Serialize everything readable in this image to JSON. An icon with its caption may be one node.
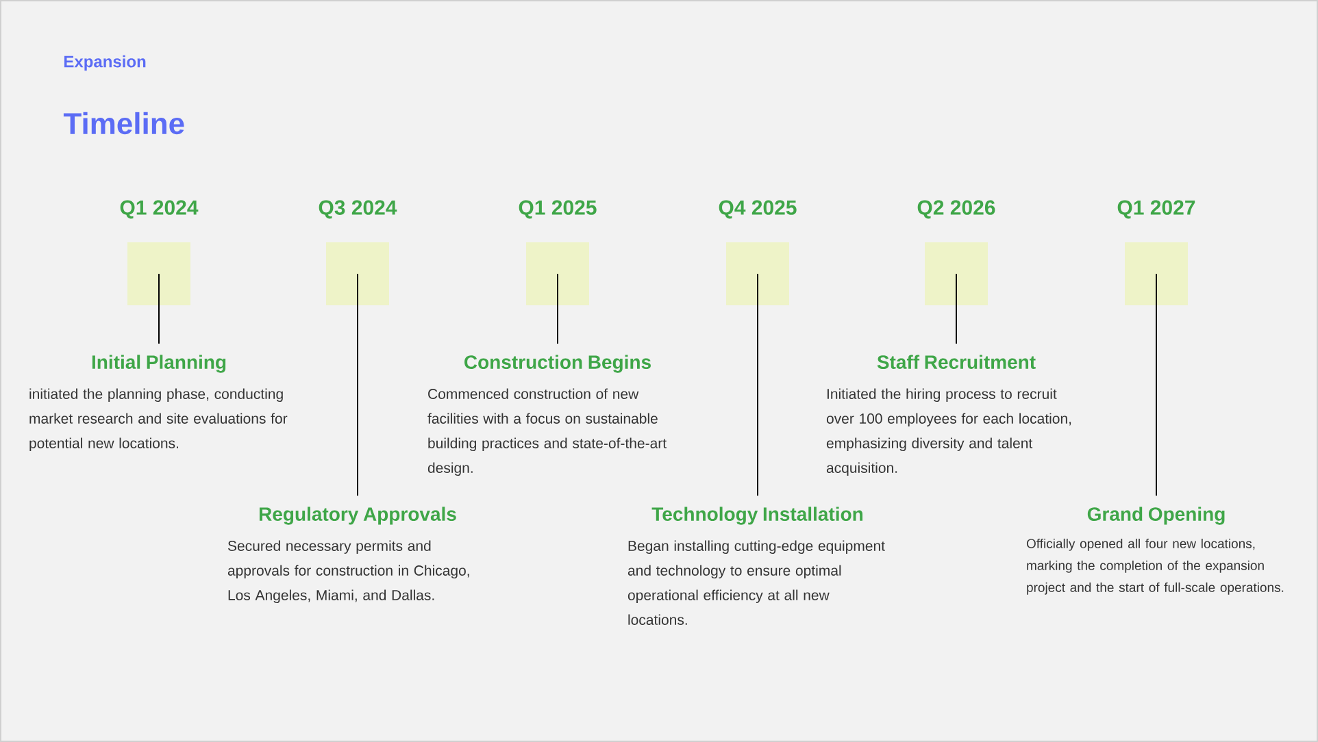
{
  "diagram": {
    "title": "Timeline",
    "labels": [
      "Expansion"
    ],
    "nodes": [
      {
        "text": [],
        "shape": "box",
        "beside": [
          "Q1 2024"
        ]
      },
      {
        "text": [
          "Initial Planning",
          "initiated the planning phase, conducting market research and site evaluations for potential new locations."
        ]
      },
      {
        "text": [],
        "shape": "box",
        "beside": [
          "Q3 2024"
        ]
      },
      {
        "text": [
          "Regulatory Approvals",
          "Secured necessary permits and approvals for construction in Chicago, Los Angeles, Miami, and Dallas."
        ]
      },
      {
        "text": [],
        "shape": "box",
        "beside": [
          "Q1 2025"
        ]
      },
      {
        "text": [
          "Construction Begins",
          "Commenced construction of new facilities with a focus on sustainable building practices and state-of-the-art design."
        ]
      },
      {
        "text": [],
        "shape": "box",
        "beside": [
          "Q4 2025"
        ]
      },
      {
        "text": [
          "Technology Installation",
          "Began installing cutting-edge equipment and technology to ensure optimal operational efficiency at all new locations."
        ]
      },
      {
        "text": [],
        "shape": "box",
        "beside": [
          "Q2 2026"
        ]
      },
      {
        "text": [
          "Staff Recruitment",
          "Initiated the hiring process to recruit over 100 employees for each location, emphasizing diversity and talent acquisition."
        ]
      },
      {
        "text": [],
        "shape": "box",
        "beside": [
          "Q1 2027"
        ]
      },
      {
        "text": [
          "Grand Opening",
          "Officially opened all four new locations, marking the completion of the expansion project and the start of full-scale operations."
        ]
      }
    ],
    "edges": [
      {
        "from": 0,
        "to": 1,
        "arrow": "none"
      },
      {
        "from": 2,
        "to": 3,
        "arrow": "none"
      },
      {
        "from": 4,
        "to": 5,
        "arrow": "none"
      },
      {
        "from": 6,
        "to": 7,
        "arrow": "none"
      },
      {
        "from": 8,
        "to": 9,
        "arrow": "none"
      },
      {
        "from": 10,
        "to": 11,
        "arrow": "none"
      }
    ]
  }
}
